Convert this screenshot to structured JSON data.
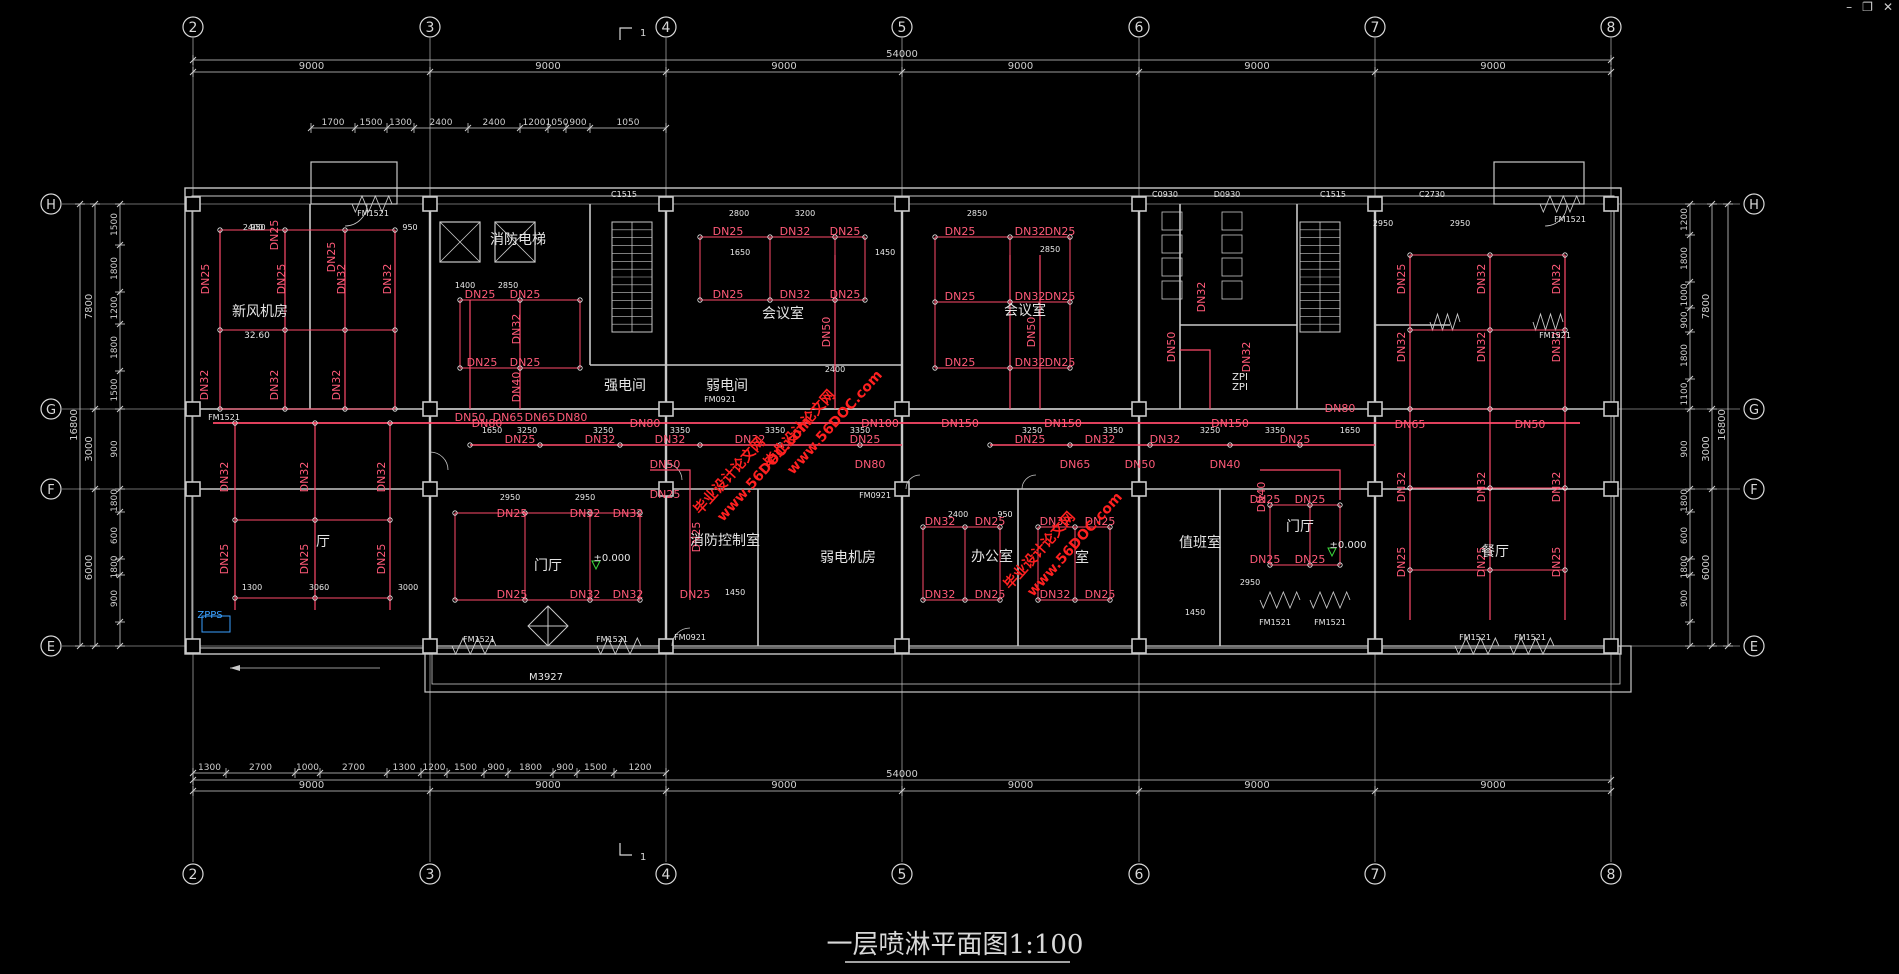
{
  "window": {
    "minimize": "–",
    "restore": "❐",
    "close": "✕"
  },
  "title": "一层喷淋平面图1:100",
  "axes": {
    "cols": [
      "2",
      "3",
      "4",
      "5",
      "6",
      "7",
      "8"
    ],
    "rows": [
      "H",
      "G",
      "F",
      "E"
    ]
  },
  "dims": {
    "top_total": "54000",
    "top_bays": [
      "9000",
      "9000",
      "9000",
      "9000",
      "9000",
      "9000"
    ],
    "top_detail": [
      "1700",
      "1500",
      "1300",
      "2400",
      "2400",
      "1200",
      "1050",
      "900",
      "1050"
    ],
    "bottom_total": "54000",
    "bottom_bays": [
      "9000",
      "9000",
      "9000",
      "9000",
      "9000",
      "9000"
    ],
    "bottom_detail": [
      "1300",
      "2700",
      "1000",
      "2700",
      "1300",
      "1200",
      "1500",
      "900",
      "1800",
      "900",
      "1500",
      "1200"
    ],
    "left_total": "16800",
    "left_segments": [
      "7800",
      "3000",
      "6000"
    ],
    "left_detail": [
      "1500",
      "1800",
      "1200",
      "1800",
      "1500",
      "900",
      "1800",
      "600",
      "1800",
      "900"
    ],
    "right_total": "16800",
    "right_segments": [
      "7800",
      "3000",
      "6000"
    ],
    "right_detail": [
      "1200",
      "1800",
      "1000",
      "900",
      "1800",
      "1100",
      "900",
      "1800",
      "600",
      "1800",
      "900"
    ]
  },
  "section_mark": "1",
  "rooms": [
    {
      "name": "新风机房",
      "area": "32.60"
    },
    {
      "name": "消防电梯"
    },
    {
      "name": "强电间"
    },
    {
      "name": "弱电间"
    },
    {
      "name": "会议室"
    },
    {
      "name": "会议室"
    },
    {
      "name": "门厅"
    },
    {
      "name": "消防控制室"
    },
    {
      "name": "弱电机房"
    },
    {
      "name": "办公室"
    },
    {
      "name": "室"
    },
    {
      "name": "值班室"
    },
    {
      "name": "门厅"
    },
    {
      "name": "餐厅"
    },
    {
      "name": "厅"
    }
  ],
  "openings": [
    "FM1521",
    "FM1521",
    "FM1521",
    "FM1521",
    "FM1521",
    "FM1521",
    "FM1521",
    "FM1521",
    "FM1521",
    "M3927",
    "C1515",
    "C0930",
    "D0930",
    "C1515",
    "C2730",
    "FM0921",
    "FM0921",
    "FM0921",
    "FM1521",
    "ZPPS",
    "ZPI",
    "ZPI"
  ],
  "elevations": [
    "±0.000",
    "±0.000"
  ],
  "pipes": [
    "DN25",
    "DN32",
    "DN40",
    "DN50",
    "DN65",
    "DN80",
    "DN100",
    "DN150"
  ],
  "main_pipe_labels": [
    "DN50",
    "DN65",
    "DN80",
    "DN80",
    "DN80",
    "DN100",
    "DN150",
    "DN150",
    "DN150",
    "DN80"
  ],
  "watermark": [
    "毕业设计论文网",
    "www.56DOC.com"
  ],
  "colors": {
    "axis": "#d8d8d8",
    "wall": "#c8c8c8",
    "pipe": "#ff4a6a",
    "pipe_text": "#ff5a78",
    "dim": "#cfcfcf",
    "water": "#ff2020",
    "cyan": "#3aa0ff"
  }
}
